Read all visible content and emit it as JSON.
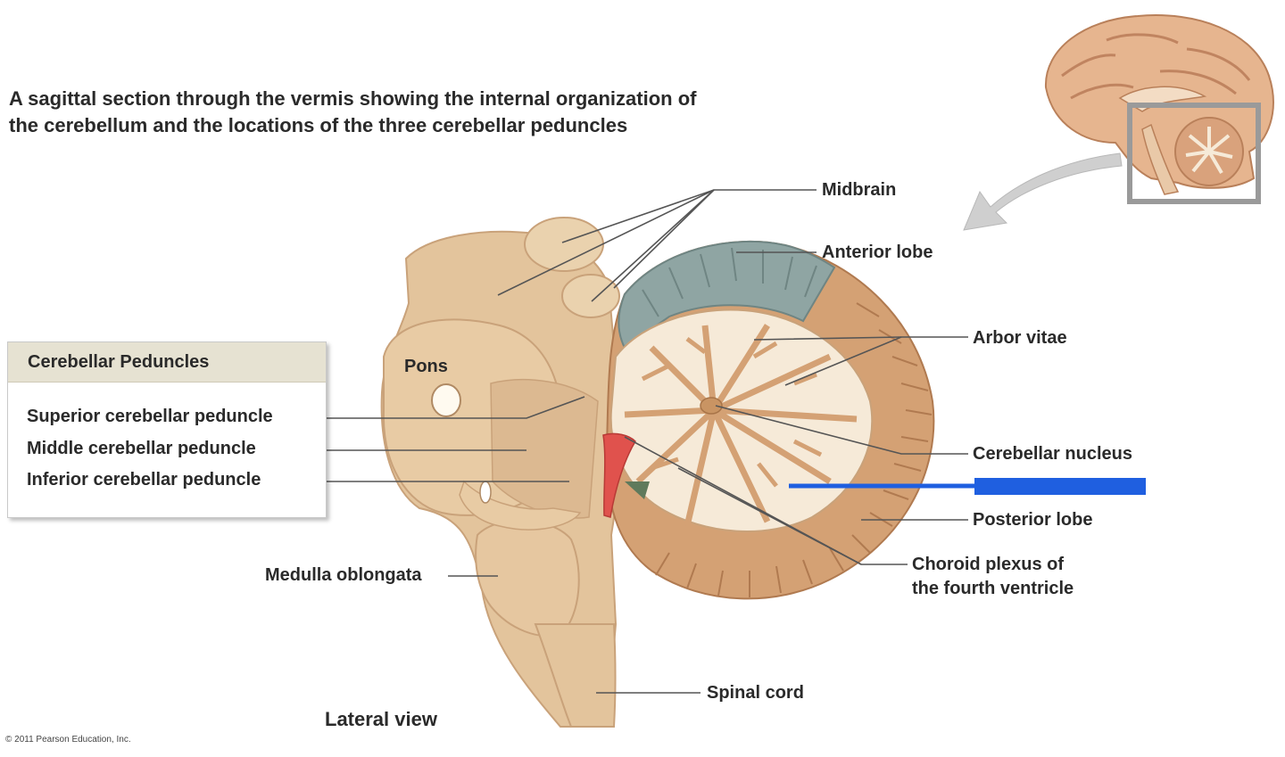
{
  "caption": {
    "line1": "A sagittal section through the vermis showing the internal organization of",
    "line2": "the cerebellum and the locations of the three cerebellar peduncles"
  },
  "labels": {
    "midbrain": "Midbrain",
    "anterior_lobe": "Anterior lobe",
    "arbor_vitae": "Arbor vitae",
    "cerebellar_nucleus": "Cerebellar nucleus",
    "posterior_lobe": "Posterior lobe",
    "choroid_line1": "Choroid plexus of",
    "choroid_line2": "the fourth ventricle",
    "pons": "Pons",
    "medulla": "Medulla oblongata",
    "spinal_cord": "Spinal cord",
    "view": "Lateral view"
  },
  "peduncles": {
    "title": "Cerebellar Peduncles",
    "items": [
      "Superior cerebellar peduncle",
      "Middle cerebellar peduncle",
      "Inferior cerebellar peduncle"
    ]
  },
  "copyright": "© 2011 Pearson Education, Inc.",
  "colors": {
    "tissue": "#e3c49c",
    "tissue_dark": "#c9a27a",
    "cerebellum": "#d4a174",
    "white_matter": "#f6ead8",
    "anterior_lobe": "#8fa5a3",
    "choroid": "#e0524d",
    "highlight_bar": "#1f5fe0",
    "arrow": "#cfcfcf",
    "leader": "#555555"
  }
}
